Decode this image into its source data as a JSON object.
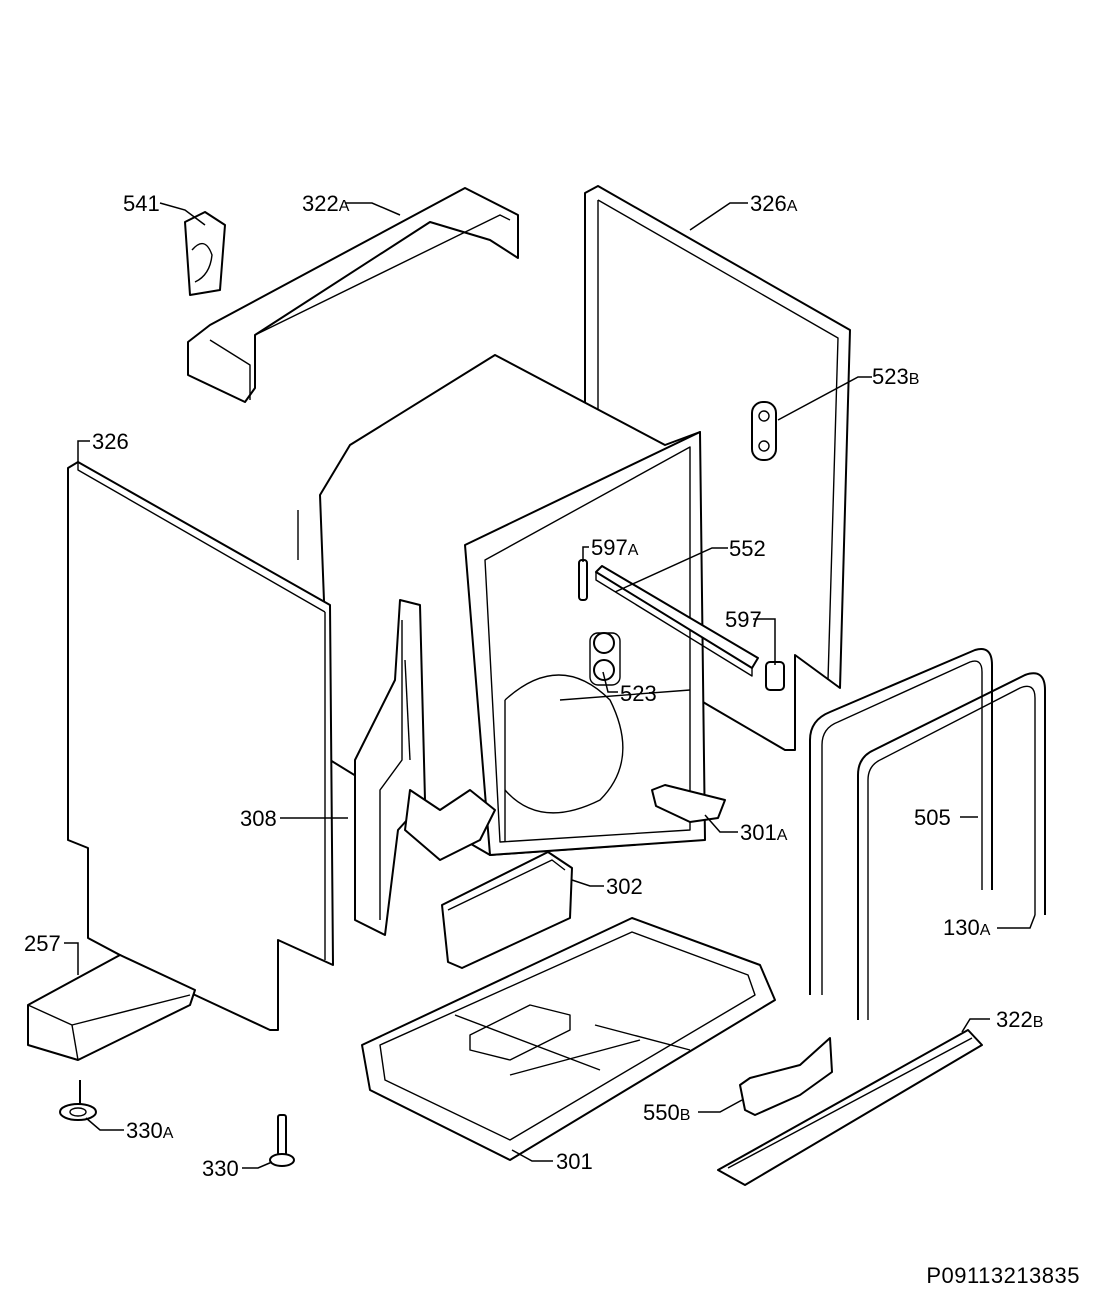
{
  "document_code": "P09113213835",
  "callouts": [
    {
      "id": "541",
      "number": "541",
      "suffix": ""
    },
    {
      "id": "322A",
      "number": "322",
      "suffix": "A"
    },
    {
      "id": "326A",
      "number": "326",
      "suffix": "A"
    },
    {
      "id": "523B",
      "number": "523",
      "suffix": "B"
    },
    {
      "id": "326",
      "number": "326",
      "suffix": ""
    },
    {
      "id": "597A",
      "number": "597",
      "suffix": "A"
    },
    {
      "id": "552",
      "number": "552",
      "suffix": ""
    },
    {
      "id": "597",
      "number": "597",
      "suffix": ""
    },
    {
      "id": "523",
      "number": "523",
      "suffix": ""
    },
    {
      "id": "308",
      "number": "308",
      "suffix": ""
    },
    {
      "id": "505",
      "number": "505",
      "suffix": ""
    },
    {
      "id": "301A",
      "number": "301",
      "suffix": "A"
    },
    {
      "id": "302",
      "number": "302",
      "suffix": ""
    },
    {
      "id": "130A",
      "number": "130",
      "suffix": "A"
    },
    {
      "id": "257",
      "number": "257",
      "suffix": ""
    },
    {
      "id": "322B",
      "number": "322",
      "suffix": "B"
    },
    {
      "id": "550B",
      "number": "550",
      "suffix": "B"
    },
    {
      "id": "330A",
      "number": "330",
      "suffix": "A"
    },
    {
      "id": "330",
      "number": "330",
      "suffix": ""
    },
    {
      "id": "301",
      "number": "301",
      "suffix": ""
    }
  ]
}
